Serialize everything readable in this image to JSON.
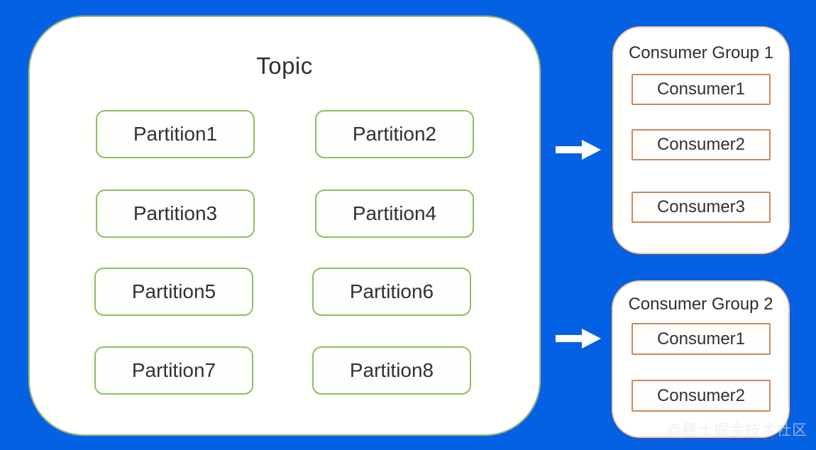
{
  "colors": {
    "background": "#0561e3",
    "panel_background": "#ffffff",
    "topic_border": "#9cbb84",
    "partition_border": "#8fbd63",
    "consumer_group_border": "#eccab4",
    "consumer_border": "#c98a5e",
    "text": "#2f3033",
    "arrow": "#ffffff"
  },
  "topic": {
    "title": "Topic",
    "partitions": [
      "Partition1",
      "Partition2",
      "Partition3",
      "Partition4",
      "Partition5",
      "Partition6",
      "Partition7",
      "Partition8"
    ]
  },
  "groups": [
    {
      "title": "Consumer Group 1",
      "consumers": [
        "Consumer1",
        "Consumer2",
        "Consumer3"
      ]
    },
    {
      "title": "Consumer Group 2",
      "consumers": [
        "Consumer1",
        "Consumer2"
      ]
    }
  ],
  "icons": {
    "arrow": "right-block-arrow"
  },
  "watermark": "@稀土掘金技术社区"
}
